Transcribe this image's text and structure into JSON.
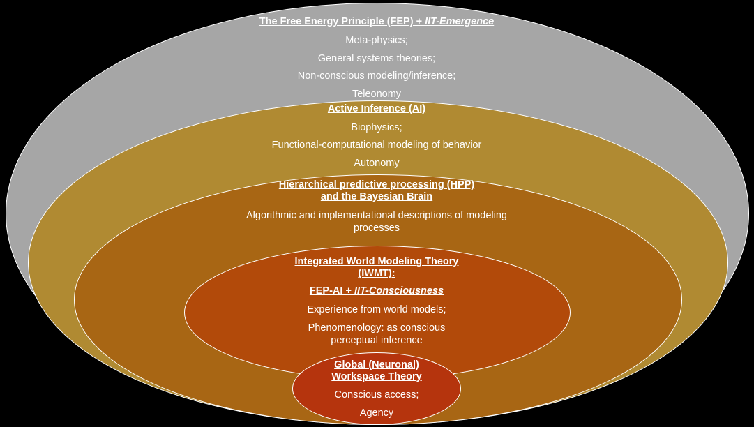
{
  "fep": {
    "title_main": "The Free Energy Principle (FEP) + ",
    "title_em": "IIT-Emergence",
    "items": [
      "Meta-physics;",
      "General systems theories;",
      "Non-conscious modeling/inference;",
      "Teleonomy"
    ],
    "fill": "#a6a6a6"
  },
  "ai": {
    "title": "Active Inference (AI)",
    "items": [
      "Biophysics;",
      "Functional-computational modeling of behavior",
      "Autonomy"
    ],
    "fill": "#b08a32"
  },
  "hpp": {
    "title_line1": "Hierarchical predictive processing (HPP)",
    "title_line2": "and the Bayesian Brain",
    "item_line1": "Algorithmic and implementational descriptions of modeling",
    "item_line2": "processes",
    "fill": "#a86614"
  },
  "iwmt": {
    "title_line1": "Integrated World Modeling Theory",
    "title_line2": "(IWMT):",
    "sub_main": "FEP-AI + ",
    "sub_em": "IIT-Consciousness",
    "item1": "Experience from world models;",
    "item2_line1": "Phenomenology: as conscious",
    "item2_line2": "perceptual inference",
    "fill": "#b24a0a"
  },
  "gnwt": {
    "title_line1": "Global (Neuronal)",
    "title_line2": "Workspace Theory",
    "items": [
      "Conscious access;",
      "Agency"
    ],
    "fill": "#b5340d"
  },
  "colors": {
    "background": "#000000",
    "border": "#ffffff",
    "text": "#ffffff"
  }
}
